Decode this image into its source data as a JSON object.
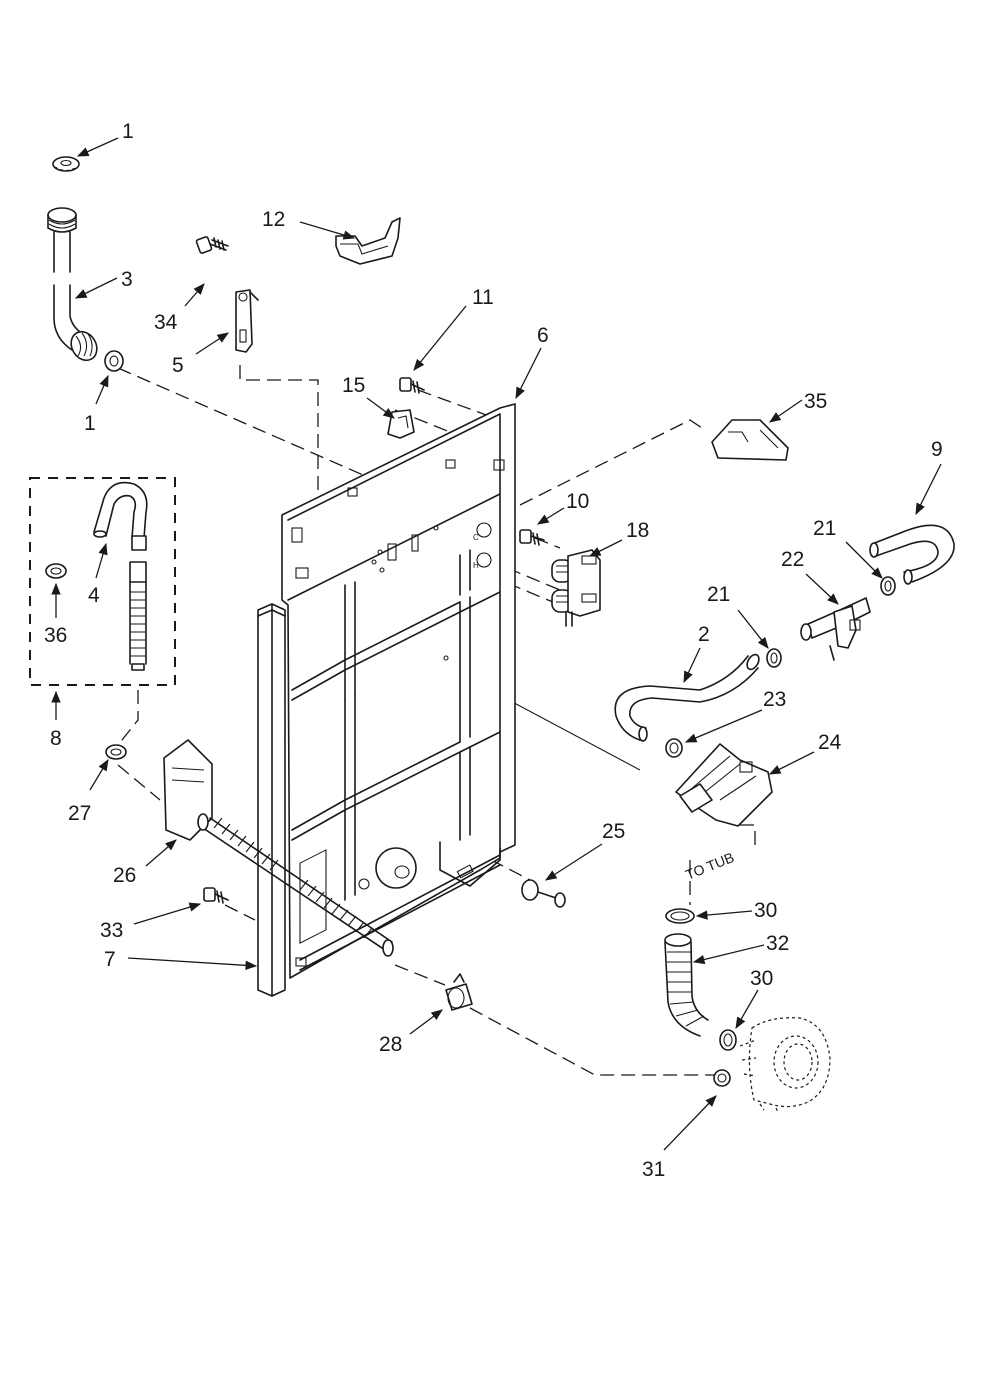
{
  "callouts": {
    "c1_top": "1",
    "c1_lower": "1",
    "c2": "2",
    "c3": "3",
    "c4": "4",
    "c5": "5",
    "c6": "6",
    "c7": "7",
    "c8": "8",
    "c9": "9",
    "c10": "10",
    "c11": "11",
    "c12": "12",
    "c15": "15",
    "c18": "18",
    "c21_upper": "21",
    "c21_lower": "21",
    "c22": "22",
    "c23": "23",
    "c24": "24",
    "c25": "25",
    "c26": "26",
    "c27": "27",
    "c28": "28",
    "c30_upper": "30",
    "c30_lower": "30",
    "c31": "31",
    "c32": "32",
    "c33": "33",
    "c34": "34",
    "c35": "35",
    "c36": "36"
  },
  "annotations": {
    "to_tub": "TO TUB",
    "valve_cold": "C",
    "valve_hot": "H"
  }
}
